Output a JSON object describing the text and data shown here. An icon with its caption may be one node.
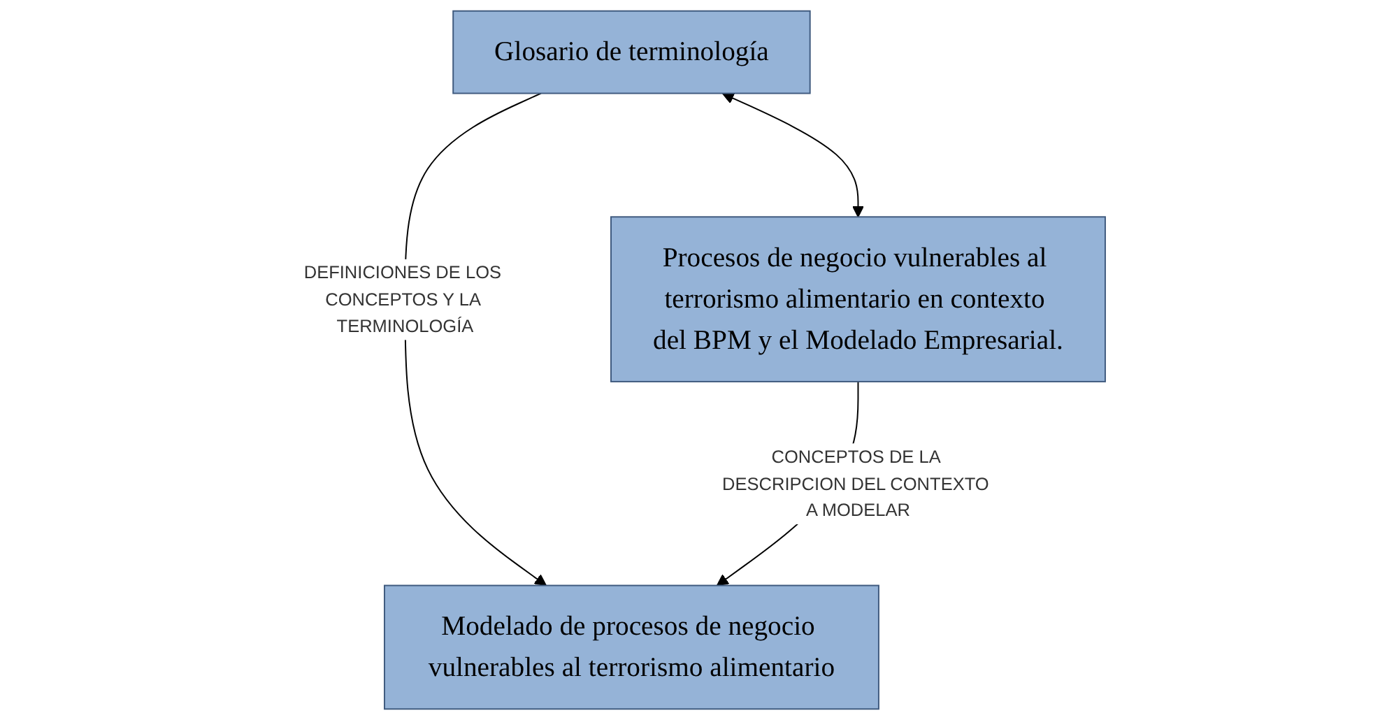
{
  "diagram": {
    "nodes": [
      {
        "text": [
          "Glosario de terminología"
        ]
      },
      {
        "text": [
          "Procesos de negocio vulnerables al terrorismo alimentario en contexto del BPM y el Modelado Empresarial."
        ]
      },
      {
        "text": [
          "Modelado de procesos de negocio vulnerables al terrorismo alimentario"
        ]
      }
    ],
    "edges": [
      {
        "from": 0,
        "to": 1,
        "arrow": "both"
      },
      {
        "from": 0,
        "to": 2,
        "arrow": "to",
        "label": "DEFINICIONES DE LOS CONCEPTOS Y LA TERMINOLOGÍA"
      },
      {
        "from": 1,
        "to": 2,
        "arrow": "to",
        "label": "CONCEPTOS DE LA DESCRIPCION DEL CONTEXTO A MODELAR"
      }
    ]
  }
}
